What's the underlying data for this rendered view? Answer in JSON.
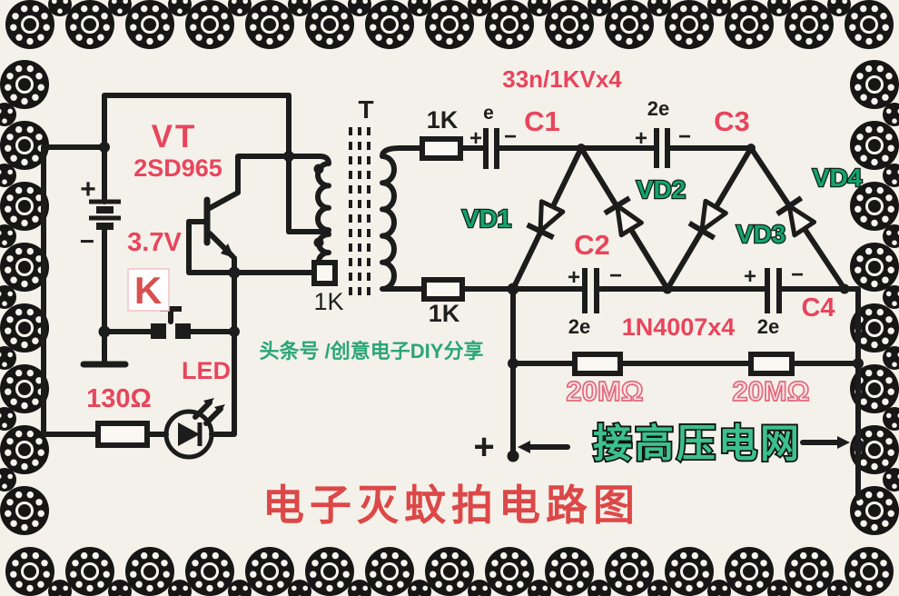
{
  "title": "电子灭蚊拍电路图",
  "watermark": "头条号 /创意电子DIY分享",
  "colors": {
    "paper": "#f4f1ea",
    "wire_black": "#1c1c1c",
    "label_red": "#e8455c",
    "label_green": "#14a36c",
    "hv_green": "#3cc08e",
    "watermark_green": "#2ba578",
    "title_red": "#dc4848",
    "pink_outline": "#e4687c",
    "switch_red": "#d8504f"
  },
  "labels": {
    "vt_ref": "VT",
    "vt_part": "2SD965",
    "battery_voltage": "3.7V",
    "battery_plus": "+",
    "battery_minus": "−",
    "switch_ref": "K",
    "led": "LED",
    "r_led": "130Ω",
    "transformer": "T",
    "base_r_value": "1K",
    "sec_r_top": "1K",
    "sec_r_bottom": "1K",
    "cap_note": "33n/1KVx4",
    "c1": "C1",
    "c1_mark": "e",
    "c2": "C2",
    "c2_mark": "2e",
    "c3": "C3",
    "c3_mark": "2e",
    "c4": "C4",
    "c4_mark": "2e",
    "cap_plus": "+",
    "cap_minus": "−",
    "vd1": "VD1",
    "vd2": "VD2",
    "vd3": "VD3",
    "vd4": "VD4",
    "diode_note": "1N4007x4",
    "r_bleed_1": "20MΩ",
    "r_bleed_2": "20MΩ",
    "output_plus": "+",
    "output_label": "接高压电网"
  }
}
